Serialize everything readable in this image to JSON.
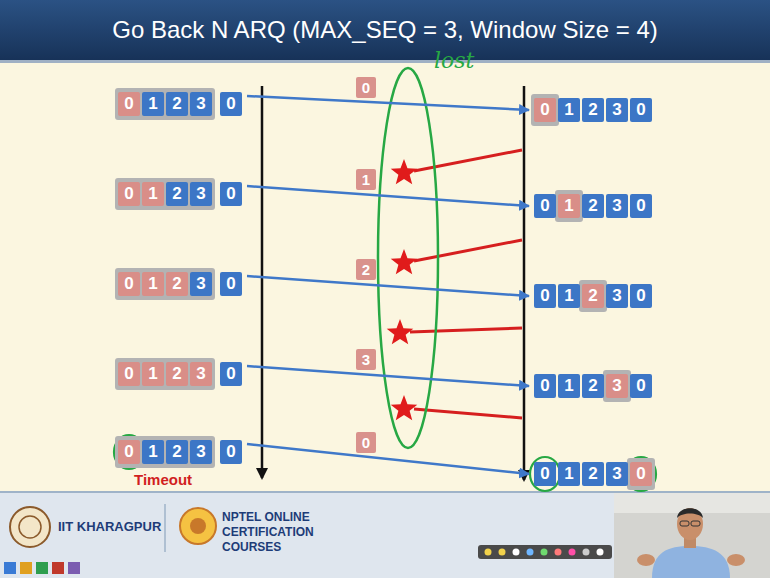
{
  "diagram": {
    "title": "Go Back N ARQ (MAX_SEQ = 3, Window Size = 4)",
    "nodes": [
      {
        "text": [
          "0",
          "1",
          "2",
          "3",
          "0"
        ]
      },
      {
        "text": [
          "0",
          "1",
          "2",
          "3",
          "0"
        ]
      },
      {
        "text": [
          "0",
          "1",
          "2",
          "3",
          "0"
        ]
      },
      {
        "text": [
          "0",
          "1",
          "2",
          "3",
          "0"
        ]
      },
      {
        "text": [
          "0",
          "1",
          "2",
          "3",
          "0"
        ]
      },
      {
        "text": [
          "0",
          "1",
          "2",
          "3",
          "0"
        ]
      },
      {
        "text": [
          "0",
          "1",
          "2",
          "3",
          "0"
        ]
      },
      {
        "text": [
          "0",
          "1",
          "2",
          "3",
          "0"
        ]
      },
      {
        "text": [
          "0",
          "1",
          "2",
          "3",
          "0"
        ]
      },
      {
        "text": [
          "0",
          "1",
          "2",
          "3",
          "0"
        ]
      }
    ],
    "edges": [
      {
        "from": 0,
        "to": 5,
        "label": "0",
        "arrow": "to"
      },
      {
        "from": 1,
        "to": 6,
        "label": "1",
        "arrow": "to"
      },
      {
        "from": 2,
        "to": 7,
        "label": "2",
        "arrow": "to"
      },
      {
        "from": 3,
        "to": 8,
        "label": "3",
        "arrow": "to"
      },
      {
        "from": 4,
        "to": 9,
        "label": "0",
        "arrow": "to"
      }
    ],
    "labels": [
      "lost",
      "Timeout",
      "IIT KHARAGPUR",
      "NPTEL ONLINE CERTIFICATION COURSES"
    ]
  }
}
